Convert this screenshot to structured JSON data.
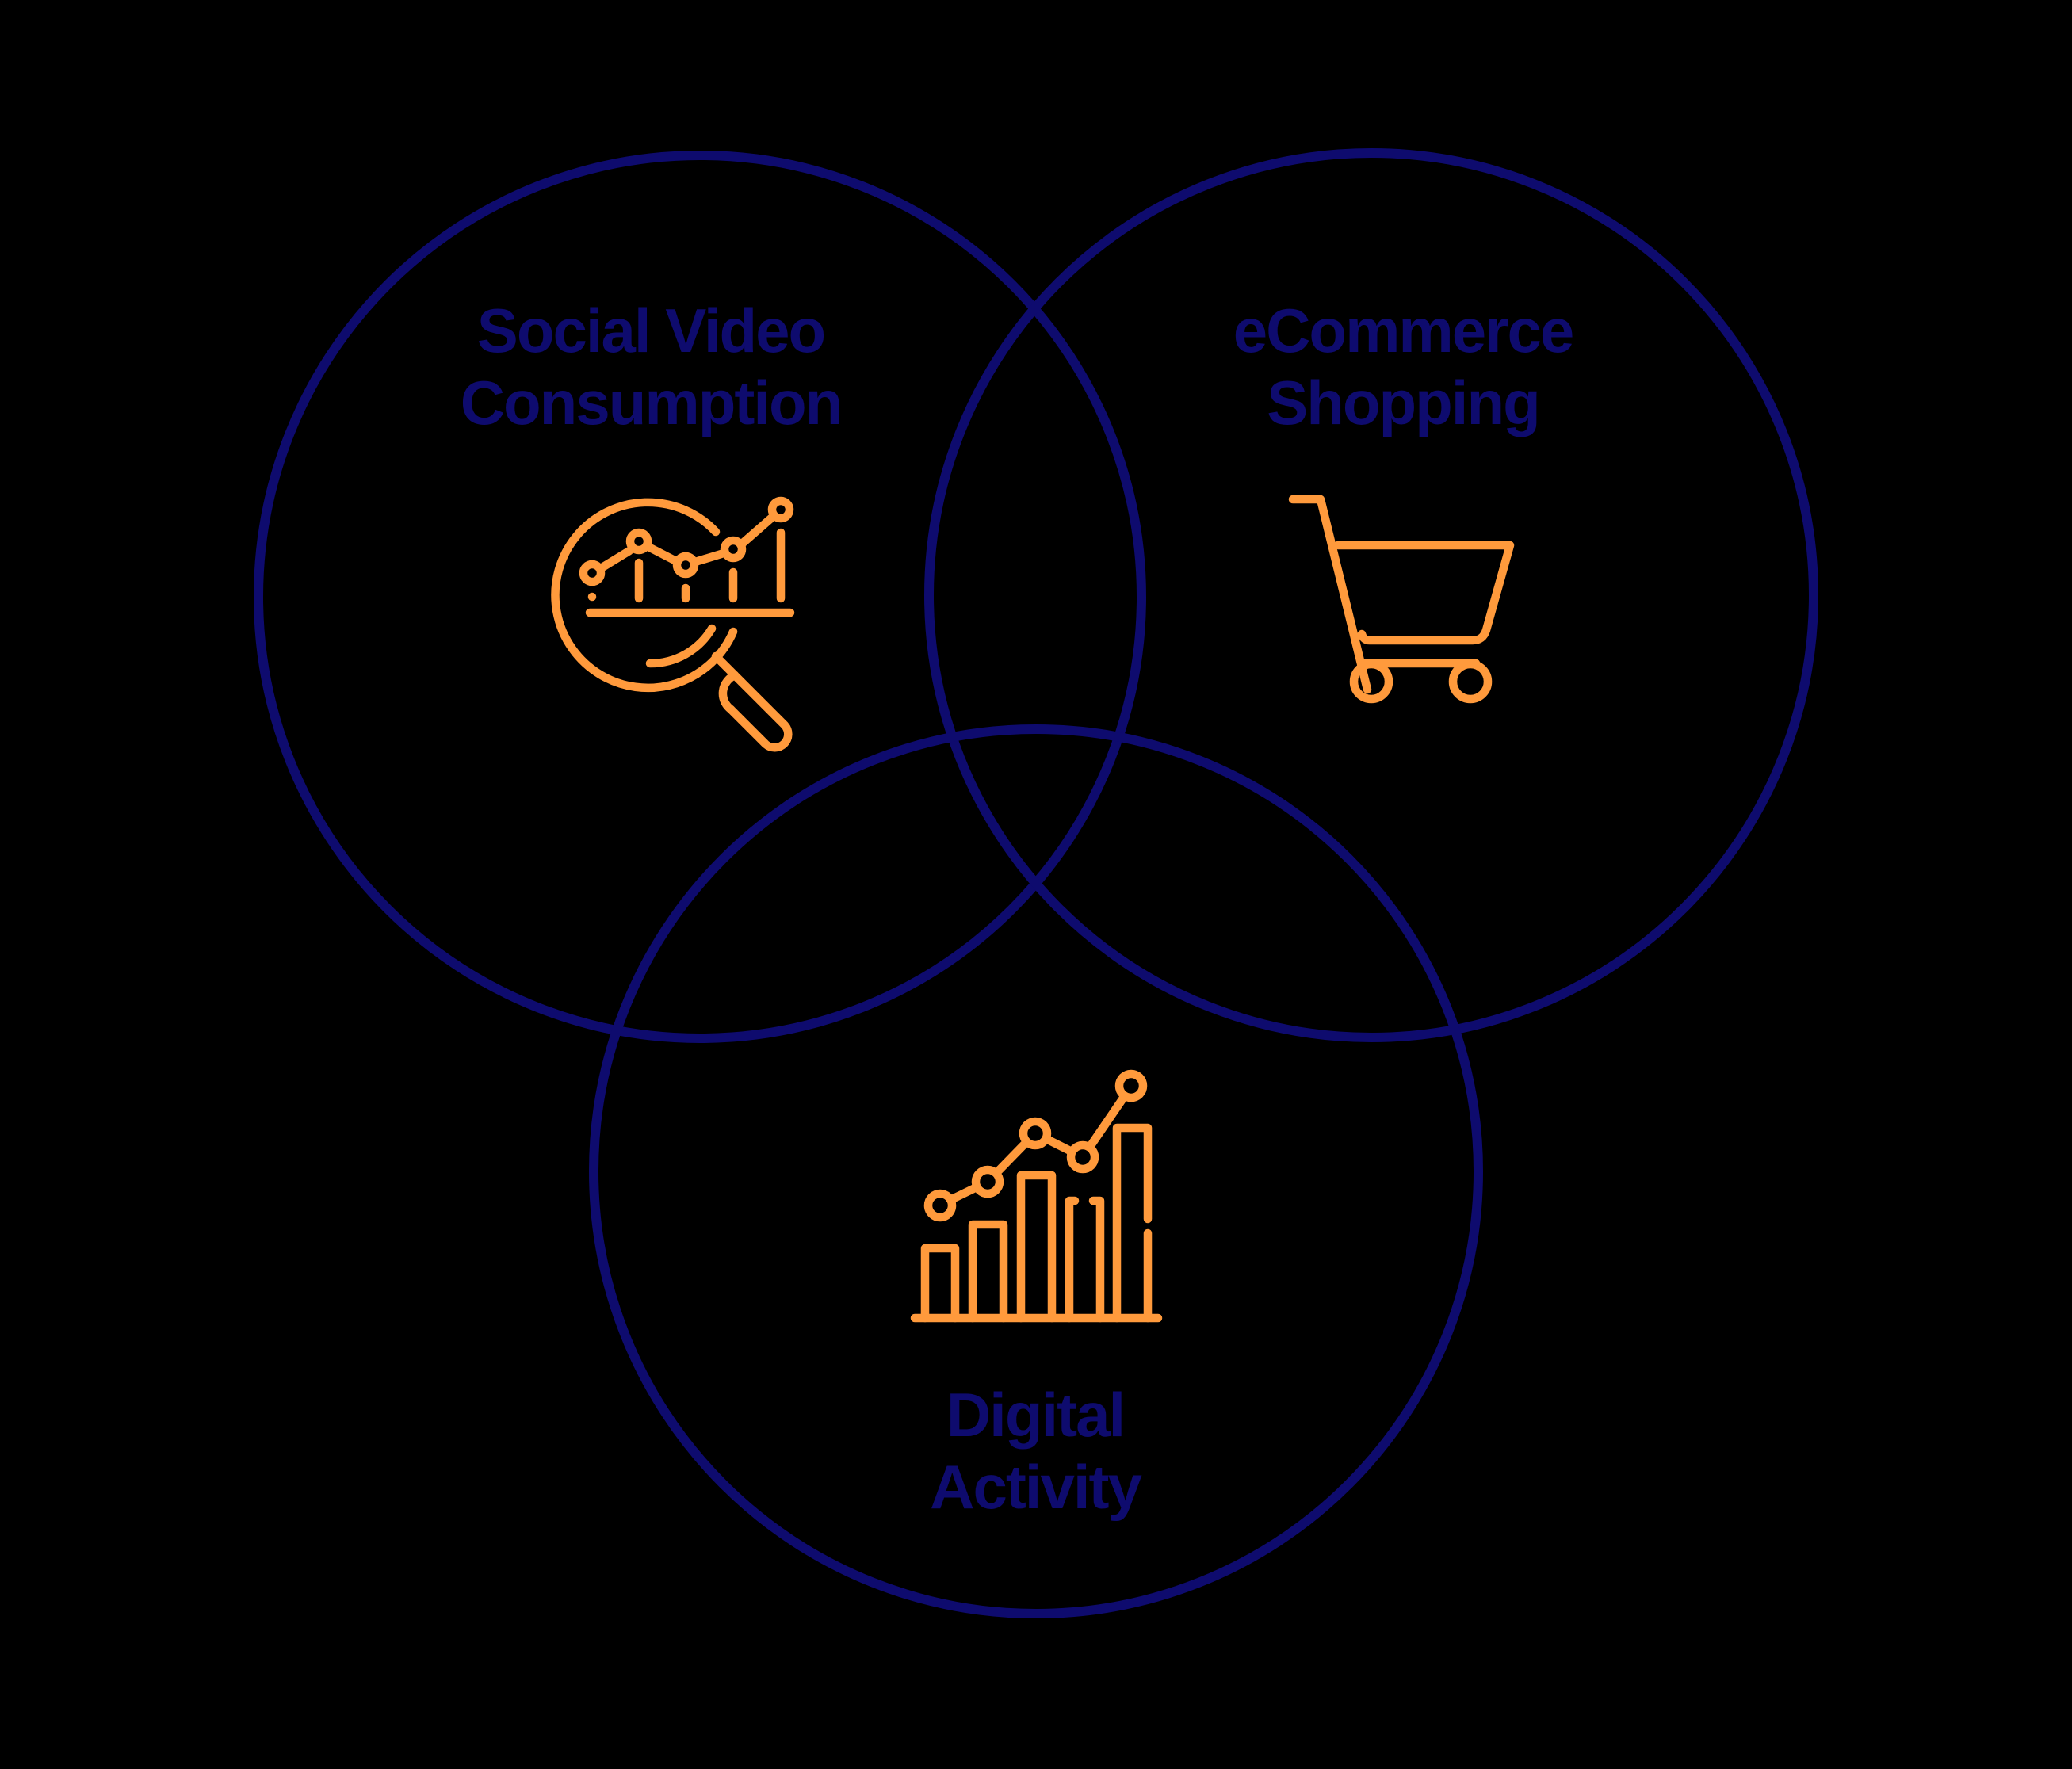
{
  "colors": {
    "background": "#000000",
    "circle_stroke": "#0E0B6E",
    "label_text": "#0E0B6E",
    "icon": "#FF9A3C"
  },
  "diagram": {
    "type": "venn",
    "sets": [
      {
        "id": "social-video",
        "label_line1": "Social Video",
        "label_line2": "Consumption",
        "icon": "magnifier-chart-icon"
      },
      {
        "id": "ecommerce",
        "label_line1": "eCommerce",
        "label_line2": "Shopping",
        "icon": "shopping-cart-icon"
      },
      {
        "id": "digital-activity",
        "label_line1": "Digital",
        "label_line2": "Activity",
        "icon": "growth-bar-chart-icon"
      }
    ]
  }
}
